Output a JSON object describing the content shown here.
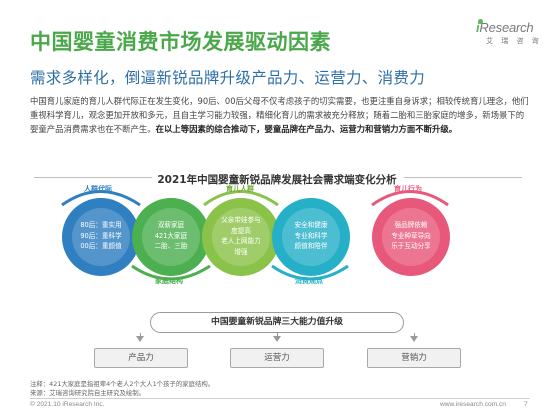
{
  "title": "中国婴童消费市场发展驱动因素",
  "logo": {
    "brand_i": "i",
    "brand_rest": "Research",
    "sub": "艾 瑞 咨 询"
  },
  "subtitle": "需求多样化，倒逼新锐品牌升级产品力、运营力、消费力",
  "paragraph": {
    "normal": "中国育儿家庭的育儿人群代际正在发生变化，90后、00后父母不仅考虑孩子的切实需要，也更注重自身诉求；相较传统育儿理念，他们重视科学育儿，观念更加开放和多元，且自主学习能力较强，精细化育儿的需求被充分释放；随着二胎和三胎家庭的增多，新场景下的婴童产品消费需求也在不断产生。",
    "bold": "在以上等因素的综合推动下，婴童品牌在产品力、运营力和营销力方面不断升级。"
  },
  "chart": {
    "title": "2021年中国婴童新锐品牌发展社会需求端变化分析",
    "circles": [
      {
        "items": [
          "80后：重实用",
          "90后：重科学",
          "00后：重颜值"
        ],
        "color": "#2f7fc1"
      },
      {
        "items": [
          "双薪家庭",
          "421大家庭",
          "二胎、三胎"
        ],
        "color": "#4caf50"
      },
      {
        "items": [
          "父亲带娃参与",
          "度提高",
          "老人上网能力",
          "增强"
        ],
        "color": "#8bc34a"
      },
      {
        "items": [
          "安全和健康",
          "专业和科学",
          "颜值和陪伴"
        ],
        "color": "#26b0c8"
      },
      {
        "items": [
          "强品牌依赖",
          "专业种草导向",
          "乐于互动分享"
        ],
        "color": "#e8587a"
      }
    ],
    "arc_labels": {
      "top1": "人群代际",
      "bottom1": "家庭结构",
      "top2": "育儿人群",
      "bottom2": "消费观点",
      "top3": "育儿行为"
    }
  },
  "bottom_title": "中国婴童新锐品牌三大能力值升级",
  "capabilities": [
    "产品力",
    "运营力",
    "营销力"
  ],
  "notes": [
    "注释：421大家庭是指祖辈4个老人2个大人1个孩子的家庭结构。",
    "来源：艾瑞咨询研究院自主研究及绘制。"
  ],
  "footer": {
    "left": "© 2021.10 iResearch Inc.",
    "right": "www.iresearch.com.cn",
    "page": "7"
  }
}
